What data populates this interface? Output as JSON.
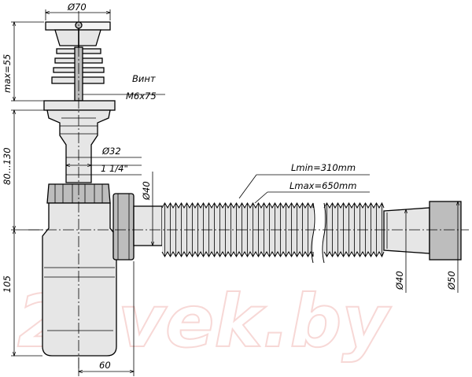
{
  "dimensions": {
    "cap_diameter": "Ø70",
    "max_height": "max=55",
    "screw_title": "Винт",
    "screw_size": "M6x75",
    "height_range": "80...130",
    "pipe_diameter": "Ø32",
    "thread_size": "1 1/4\"",
    "outlet_diameter": "Ø40",
    "hose_length_min": "Lmin=310mm",
    "hose_length_max": "Lmax=650mm",
    "hose_end_diameter_inner": "Ø40",
    "hose_end_diameter_outer": "Ø50",
    "bottom_height": "105",
    "offset_width": "60"
  },
  "watermark": "21vek.by"
}
